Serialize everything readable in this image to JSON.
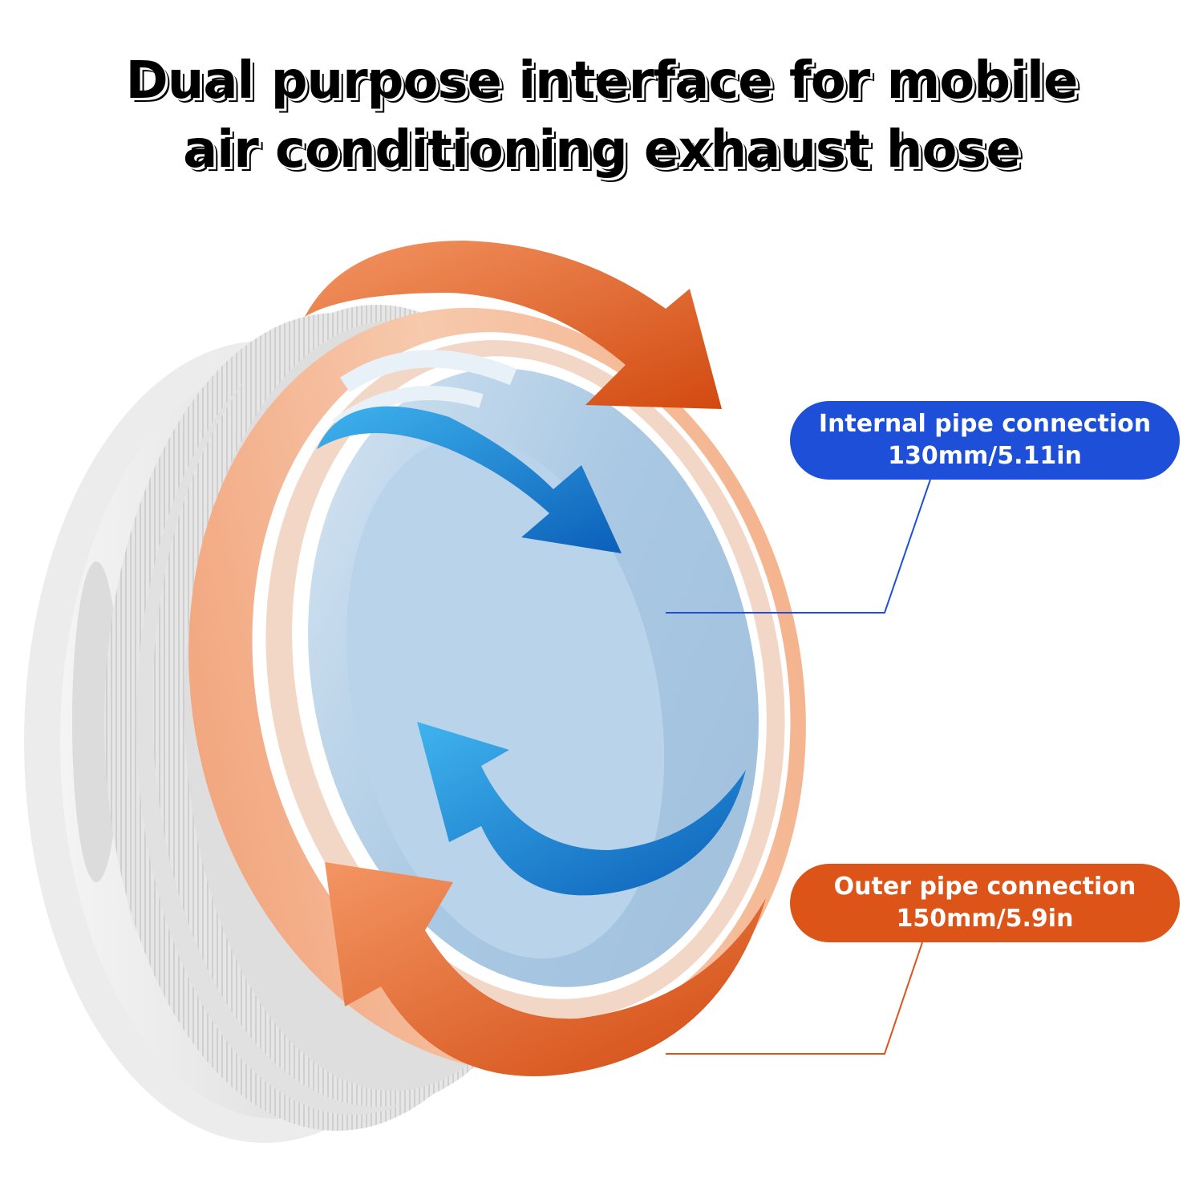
{
  "title": {
    "line1": "Dual purpose interface for mobile",
    "line2": "air conditioning exhaust hose"
  },
  "callouts": {
    "internal": {
      "label": "Internal pipe connection",
      "size": "130mm/5.11in",
      "color": "#1d4fd8"
    },
    "outer": {
      "label": "Outer pipe connection",
      "size": "150mm/5.9in",
      "color": "#dc5418"
    }
  },
  "arrows": {
    "outer_color": "#e0551c",
    "inner_color": "#1f86d8"
  },
  "icons": [
    "outer-rotation-arrow-icon",
    "inner-rotation-arrow-icon"
  ]
}
